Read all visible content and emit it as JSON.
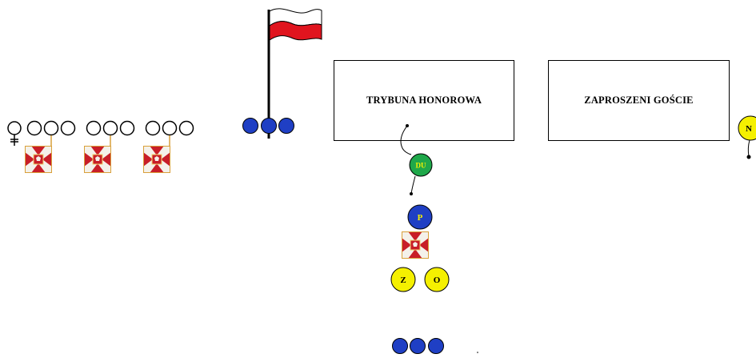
{
  "boxes": {
    "honor_stand": "TRYBUNA HONOROWA",
    "guests": "ZAPROSZENI GOŚCIE"
  },
  "markers": {
    "commander": "DU",
    "flag_bearer": "P",
    "escort_left": "Z",
    "escort_right": "O",
    "edge_marker": "N"
  },
  "colors": {
    "blue": "#1f3fc4",
    "green": "#1fa84a",
    "yellow": "#f5f000",
    "flag_red": "#e0141e",
    "banner_red": "#c81e28"
  }
}
